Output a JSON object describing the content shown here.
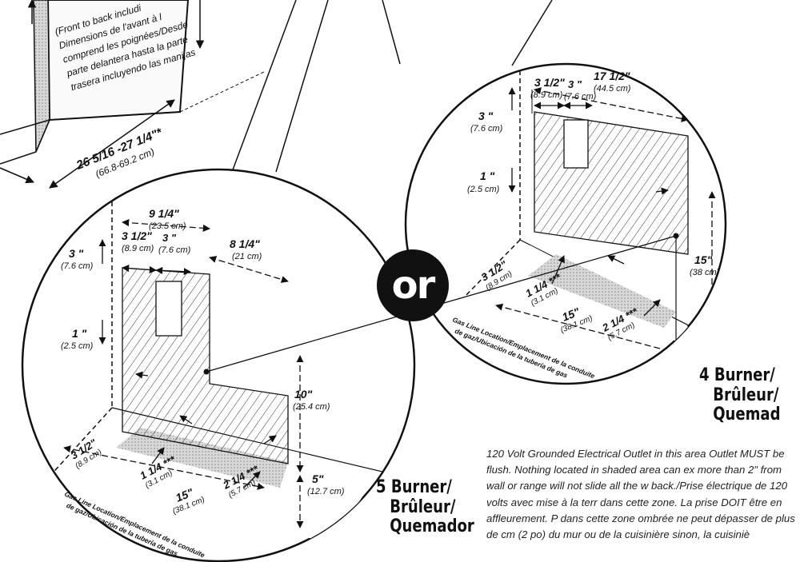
{
  "range_box": {
    "label_lines": [
      "(Front to back includi",
      "Dimensions de l'avant à l",
      "comprend les poignées/Desde",
      "parte delantera hasta la parte",
      "trasera incluyendo las manijas"
    ],
    "depth": "26 5/16 -27 1/4\"*",
    "depth_metric": "(66.8-69.2 cm)"
  },
  "or_label": "or",
  "five_burner": {
    "title_lines": [
      "5 Burner/",
      "Brûleur/",
      "Quemador"
    ],
    "dims": {
      "top_width": "9 1/4\"",
      "top_width_cm": "(23.5 cm)",
      "left_offset": "3 1/2\"",
      "left_offset_cm": "(8.9 cm)",
      "outlet_width": "3 \"",
      "outlet_width_cm": "(7.6 cm)",
      "right_width": "8 1/4\"",
      "right_width_cm": "(21 cm)",
      "top_gap": "3 \"",
      "top_gap_cm": "(7.6 cm)",
      "side_gap": "1 \"",
      "side_gap_cm": "(2.5 cm)",
      "height": "10\"",
      "height_cm": "(25.4 cm)",
      "low_height": "5\"",
      "low_height_cm": "(12.7 cm)",
      "gas_left": "3 1/2\"",
      "gas_left_cm": "(8.9 cm)",
      "gas_one": "1 1/4 ***",
      "gas_one_cm": "(3.1 cm)",
      "gas_two": "2 1/4 ***",
      "gas_two_cm": "(5.7 cm)",
      "floor_width": "15\"",
      "floor_width_cm": "(38.1 cm)"
    },
    "gas_line_lines": [
      "Gas Line Location/Emplacement de la conduite",
      "de gaz/Ubicación de la tubería de gas"
    ]
  },
  "four_burner": {
    "title_lines": [
      "4 Burner/",
      "Brûleur/",
      "Quemad"
    ],
    "dims": {
      "left_offset": "3 1/2\"",
      "left_offset_cm": "(8.9 cm)",
      "outlet_width": "3 \"",
      "outlet_width_cm": "(7.6 cm)",
      "top_width": "17 1/2\"",
      "top_width_cm": "(44.5 cm)",
      "top_gap": "3 \"",
      "top_gap_cm": "(7.6 cm)",
      "side_gap": "1 \"",
      "side_gap_cm": "(2.5 cm)",
      "height": "15\"",
      "height_cm": "(38 cm)",
      "gas_left": "3 1/2\"",
      "gas_left_cm": "(8.9 cm)",
      "gas_one": "1 1/4 ***",
      "gas_one_cm": "(3.1 cm)",
      "gas_two": "2 1/4 ***",
      "gas_two_cm": "(5.7 cm)",
      "floor_width": "15\"",
      "floor_width_cm": "(38.1 cm)"
    },
    "gas_line_lines": [
      "Gas Line Location/Emplacement de la conduite",
      "de gaz/Ubicación de la tubería de gas"
    ]
  },
  "note_text": "120 Volt Grounded Electrical Outlet in this area Outlet MUST be flush. Nothing located in shaded area can ex more than 2\" from wall or range will not slide all the w back./Prise électrique de 120 volts avec mise à la terr dans cette zone. La prise DOIT être en affleurement. P dans cette zone ombrée ne peut dépasser de plus de cm (2 po) du mur ou de la cuisinière sinon, la cuisiniè"
}
